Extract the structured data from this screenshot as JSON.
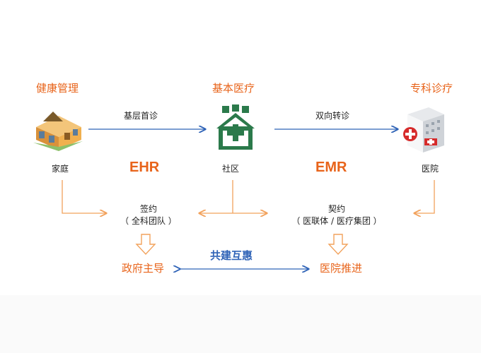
{
  "sections": {
    "family": "健康管理",
    "basic": "基本医疗",
    "special": "专科诊疗"
  },
  "flows": {
    "primary_first": "基层首诊",
    "two_way": "双向转诊"
  },
  "nodes": {
    "family": "家庭",
    "community": "社区",
    "hospital": "医院"
  },
  "records": {
    "ehr": "EHR",
    "emr": "EMR"
  },
  "contracts": {
    "sign_title": "签约",
    "sign_sub": "（ 全科团队 ）",
    "contract_title": "契约",
    "contract_sub": "（ 医联体 / 医疗集团 ）"
  },
  "outcomes": {
    "gov": "政府主导",
    "shared": "共建互惠",
    "hospital": "医院推进"
  },
  "icons": [
    "house-icon",
    "community-clinic-icon",
    "hospital-building-icon"
  ],
  "colors": {
    "accent_orange": "#e8641b",
    "flow_blue": "#2f63b7",
    "clinic_green": "#2b7a4b"
  }
}
